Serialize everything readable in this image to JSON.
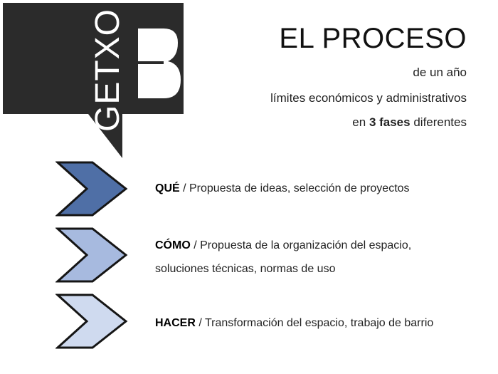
{
  "logo": {
    "text": "GETXO",
    "colors": {
      "block": "#2b2b2b",
      "text": "#ffffff"
    }
  },
  "header": {
    "title": "EL PROCESO",
    "line1": "de un año",
    "line2": "límites económicos y administrativos",
    "line3_pre": "en ",
    "line3_bold": "3 fases",
    "line3_post": " diferentes"
  },
  "phases": [
    {
      "name": "QUÉ",
      "lines": [
        " / Propuesta de ideas, selección de proyectos"
      ],
      "color": "#4f6fa6"
    },
    {
      "name": "CÓMO",
      "lines": [
        " / Propuesta de la organización del espacio,",
        "soluciones técnicas, normas de uso"
      ],
      "color": "#a7badf"
    },
    {
      "name": "HACER",
      "lines": [
        " / Transformación del espacio, trabajo de barrio"
      ],
      "color": "#cfdaef"
    }
  ]
}
